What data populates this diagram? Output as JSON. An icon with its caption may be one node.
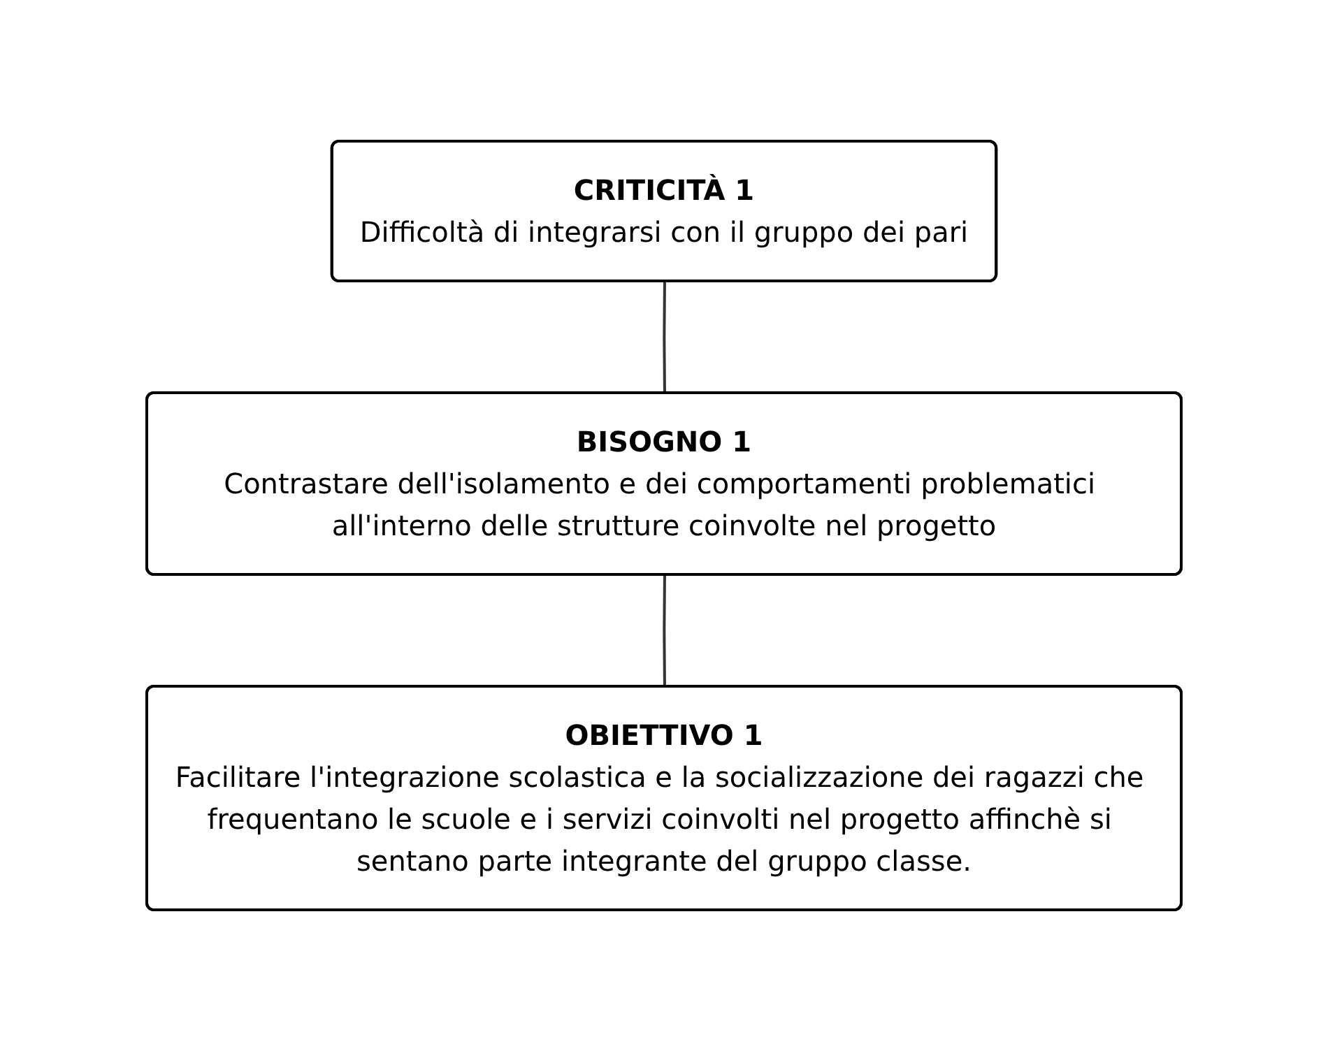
{
  "diagram": {
    "nodes": [
      {
        "text": [
          "CRITICITÀ 1",
          "Difficoltà di integrarsi con il gruppo dei pari"
        ]
      },
      {
        "text": [
          "BISOGNO 1",
          "Contrastare dell'isolamento e dei comportamenti problematici all'interno delle strutture coinvolte nel progetto"
        ]
      },
      {
        "text": [
          "OBIETTIVO 1",
          "Facilitare l'integrazione scolastica e la socializzazione dei ragazzi che frequentano le scuole e i servizi coinvolti nel progetto affinchè si sentano parte integrante del gruppo classe."
        ]
      }
    ],
    "edges": [
      {
        "from": 0,
        "to": 1,
        "arrow": "none"
      },
      {
        "from": 1,
        "to": 2,
        "arrow": "none"
      }
    ]
  }
}
